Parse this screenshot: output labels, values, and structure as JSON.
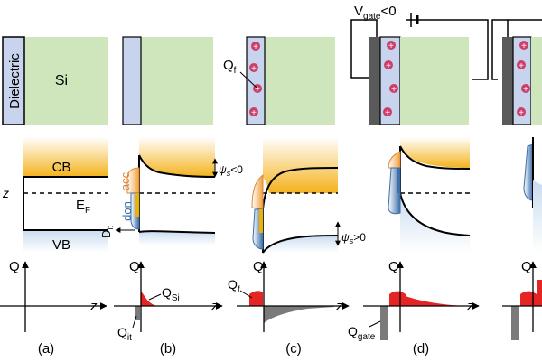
{
  "labels": {
    "dielectric": "Dielectric",
    "si": "Si",
    "cb": "CB",
    "vb": "VB",
    "ef_main": "E",
    "ef_sub": "F",
    "z_axis": "z",
    "acc": "acc",
    "don": "don",
    "dit_main": "D",
    "dit_sub": "it",
    "psi_main": "ψ",
    "psi_sub": "s",
    "psi_neg_rel": "<0",
    "psi_pos_rel": ">0",
    "q_axis": "Q",
    "qf_main": "Q",
    "qf_sub": "f",
    "qsi_main": "Q",
    "qsi_sub": "Si",
    "qit_main": "Q",
    "qit_sub": "it",
    "qgate_main": "Q",
    "qgate_sub": "gate",
    "vgate_main": "V",
    "vgate_sub": "gate",
    "vgate_rel": "<0",
    "charge_symbol": "+"
  },
  "panels": [
    {
      "letter": "(a)"
    },
    {
      "letter": "(b)"
    },
    {
      "letter": "(c)"
    },
    {
      "letter": "(d)"
    }
  ],
  "colors": {
    "silicon": "#cfe6bd",
    "dielectric": "#c8d4ee",
    "gate": "#5a5a5a",
    "cb_gradient": "#f4b21c",
    "vb_gradient": "#c9dcf0",
    "acceptor": "#d9893e",
    "donor": "#3c6ea8",
    "positive_charge": "#cc3f6a",
    "charge_fill": "#e52424",
    "negative_charge": "#7a7a7a"
  }
}
